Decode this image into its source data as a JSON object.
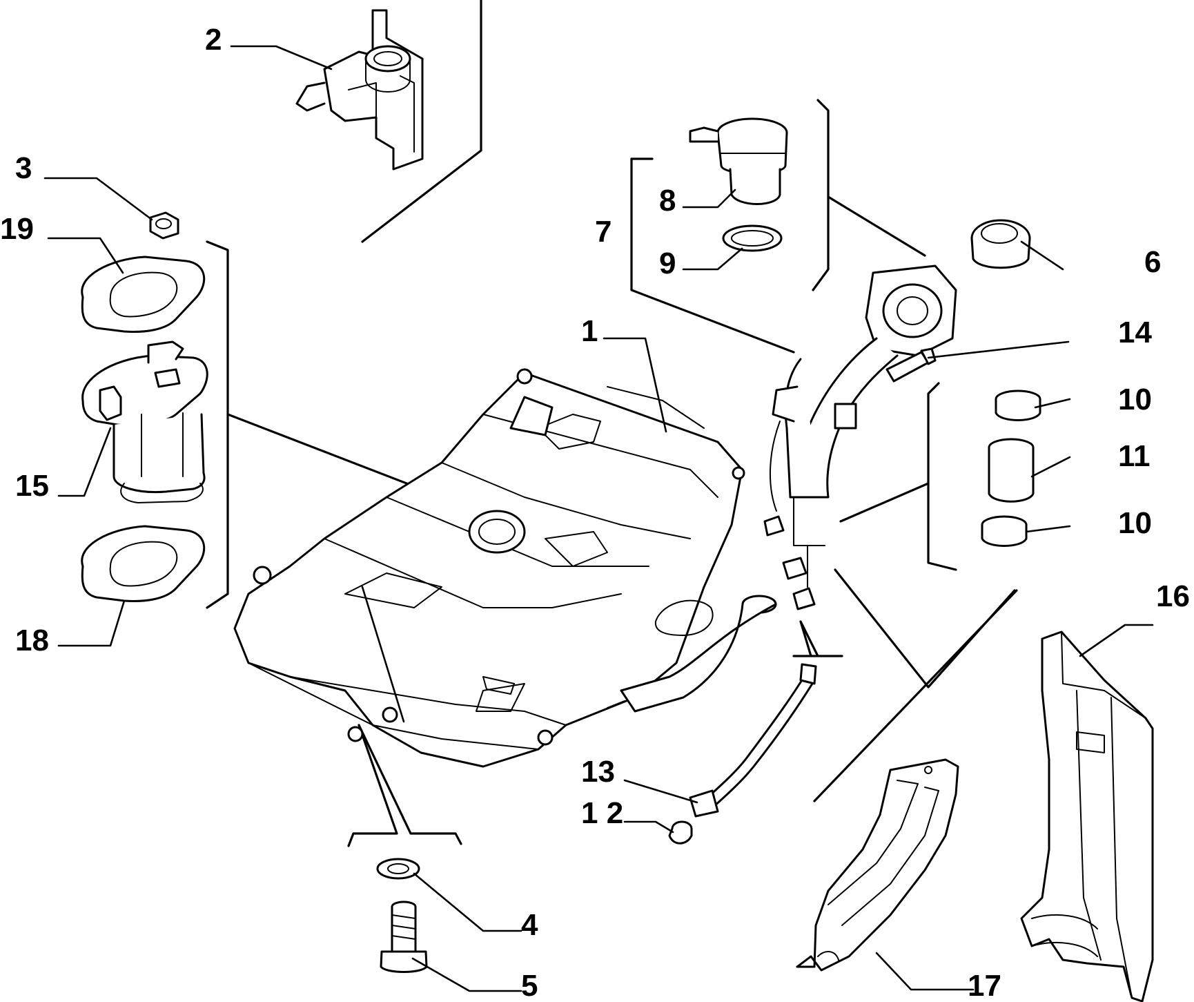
{
  "diagram": {
    "callouts": [
      {
        "id": "c1",
        "label": "1",
        "part": "fuel tank"
      },
      {
        "id": "c2",
        "label": "2",
        "part": "valve bracket"
      },
      {
        "id": "c3",
        "label": "3",
        "part": "nut"
      },
      {
        "id": "c4",
        "label": "4",
        "part": "washer"
      },
      {
        "id": "c5",
        "label": "5",
        "part": "bolt"
      },
      {
        "id": "c6",
        "label": "6",
        "part": "filler cap"
      },
      {
        "id": "c7",
        "label": "7",
        "part": "valve assembly"
      },
      {
        "id": "c8",
        "label": "8",
        "part": "valve"
      },
      {
        "id": "c9",
        "label": "9",
        "part": "seal ring"
      },
      {
        "id": "c10a",
        "label": "10",
        "part": "hose clamp"
      },
      {
        "id": "c10b",
        "label": "10",
        "part": "hose clamp"
      },
      {
        "id": "c11",
        "label": "11",
        "part": "sleeve"
      },
      {
        "id": "c12",
        "label": "1 2",
        "part": "connector"
      },
      {
        "id": "c13",
        "label": "13",
        "part": "fuel line"
      },
      {
        "id": "c14",
        "label": "14",
        "part": "fitting"
      },
      {
        "id": "c15",
        "label": "15",
        "part": "fuel pump unit"
      },
      {
        "id": "c16",
        "label": "16",
        "part": "heat shield"
      },
      {
        "id": "c17",
        "label": "17",
        "part": "guard"
      },
      {
        "id": "c18",
        "label": "18",
        "part": "gasket"
      },
      {
        "id": "c19",
        "label": "19",
        "part": "cover flange"
      }
    ]
  }
}
